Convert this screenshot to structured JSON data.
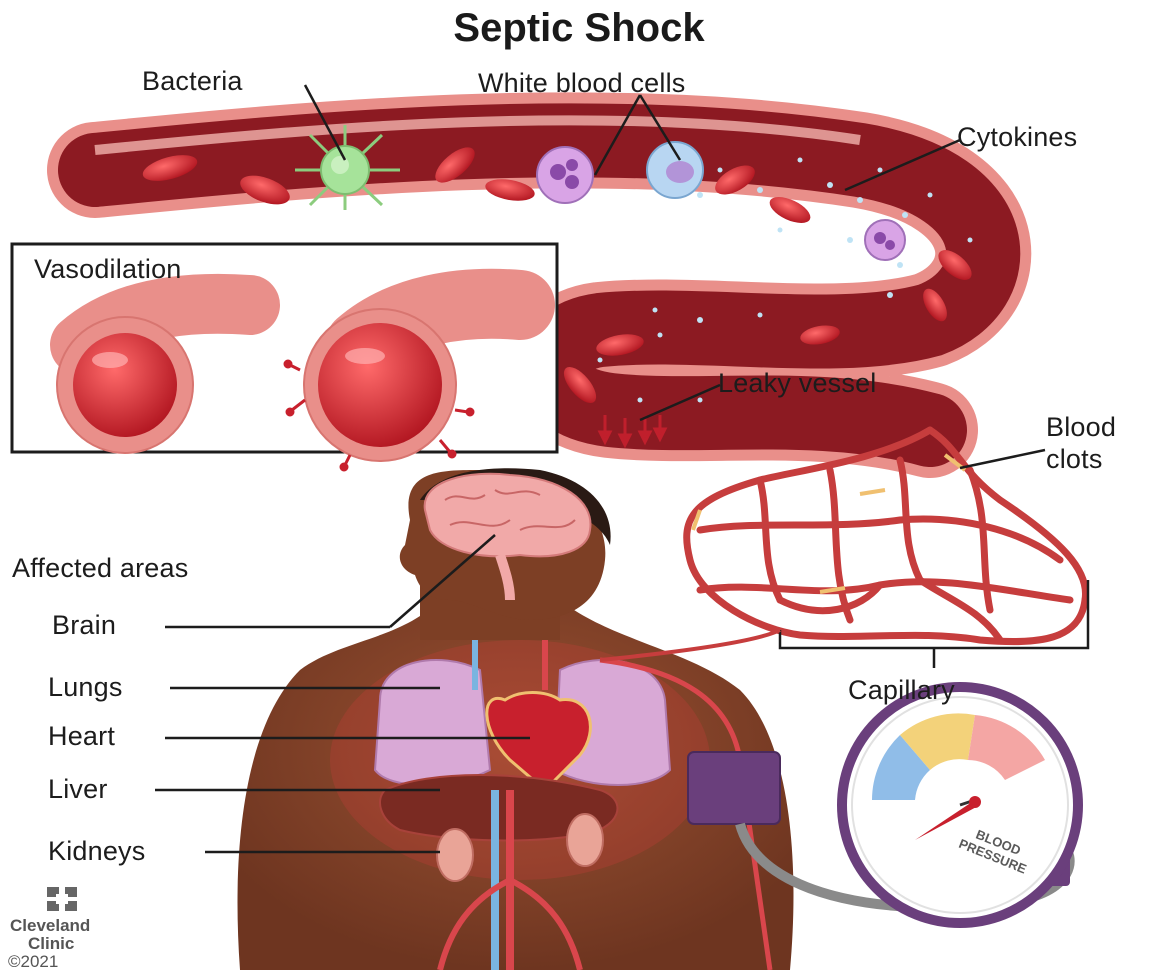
{
  "title": "Septic Shock",
  "labels": {
    "bacteria": "Bacteria",
    "white_blood_cells": "White blood cells",
    "cytokines": "Cytokines",
    "vasodilation": "Vasodilation",
    "leaky_vessel": "Leaky vessel",
    "blood_clots_line1": "Blood",
    "blood_clots_line2": "clots",
    "capillary": "Capillary",
    "affected_areas": "Affected areas",
    "brain": "Brain",
    "lungs": "Lungs",
    "heart": "Heart",
    "liver": "Liver",
    "kidneys": "Kidneys"
  },
  "gauge": {
    "line1": "BLOOD",
    "line2": "PRESSURE"
  },
  "logo": {
    "name_line1": "Cleveland",
    "name_line2": "Clinic",
    "copyright": "©2021"
  },
  "colors": {
    "vessel_wall": "#e98f8a",
    "vessel_inner": "#8c1a22",
    "blood": "#c8202d",
    "skin": "#8a4a2c",
    "lungs": "#d9a9d6",
    "bacteria": "#a6e39a",
    "wbc_purple": "#d9a4e6",
    "wbc_blue": "#b8d6f2",
    "gauge_rim": "#6a3f7c",
    "clot": "#f0c070"
  }
}
